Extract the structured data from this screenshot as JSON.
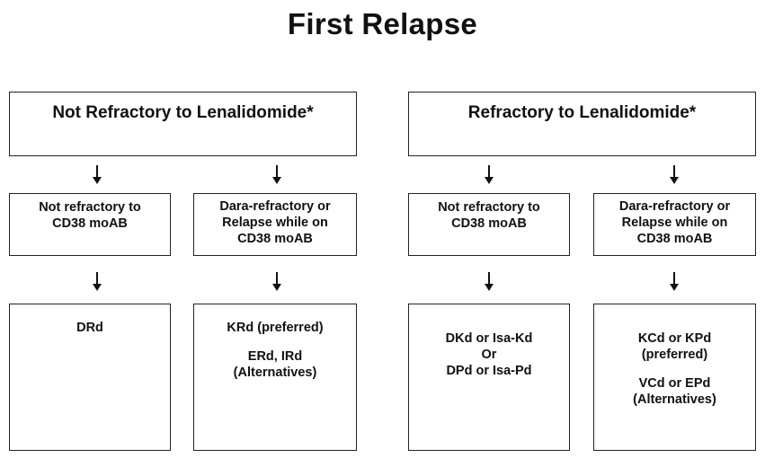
{
  "title": "First Relapse",
  "left": {
    "header": "Not Refractory to Lenalidomide*",
    "branches": [
      {
        "condition": [
          "Not refractory to",
          "CD38 moAB"
        ],
        "treatment": [
          "DRd"
        ],
        "alternatives": []
      },
      {
        "condition": [
          "Dara-refractory or",
          "Relapse while on",
          "CD38 moAB"
        ],
        "treatment": [
          "KRd (preferred)"
        ],
        "alternatives": [
          "ERd, IRd",
          "(Alternatives)"
        ]
      }
    ]
  },
  "right": {
    "header": "Refractory to Lenalidomide*",
    "branches": [
      {
        "condition": [
          "Not refractory to",
          "CD38 moAB"
        ],
        "treatment": [
          "DKd or Isa-Kd",
          "Or",
          "DPd or Isa-Pd"
        ],
        "alternatives": []
      },
      {
        "condition": [
          "Dara-refractory or",
          "Relapse while on",
          "CD38 moAB"
        ],
        "treatment": [
          "KCd or KPd",
          "(preferred)"
        ],
        "alternatives": [
          "VCd or EPd",
          "(Alternatives)"
        ]
      }
    ]
  }
}
